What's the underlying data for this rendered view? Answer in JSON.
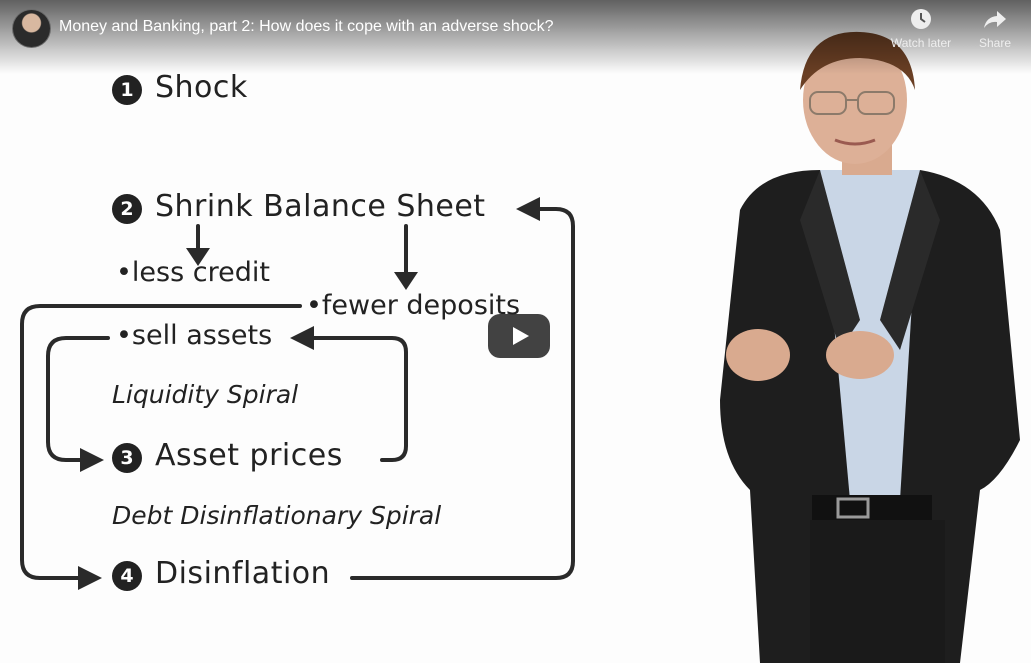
{
  "video": {
    "title": "Money and Banking, part 2: How does it cope with an adverse shock?",
    "buttons": {
      "watch_later": "Watch later",
      "share": "Share"
    }
  },
  "slide": {
    "step1": {
      "num": "1",
      "label": "Shock"
    },
    "step2": {
      "num": "2",
      "label": "Shrink Balance Sheet"
    },
    "bullet_less_credit": "•less credit",
    "bullet_fewer_deposits": "•fewer deposits",
    "bullet_sell_assets": "•sell assets",
    "liquidity_spiral": "Liquidity Spiral",
    "step3": {
      "num": "3",
      "label": "Asset prices"
    },
    "debt_spiral": "Debt Disinflationary Spiral",
    "step4": {
      "num": "4",
      "label": "Disinflation"
    }
  },
  "icons": {
    "watch_later": "clock-icon",
    "share": "share-arrow-icon",
    "play": "play-icon"
  }
}
